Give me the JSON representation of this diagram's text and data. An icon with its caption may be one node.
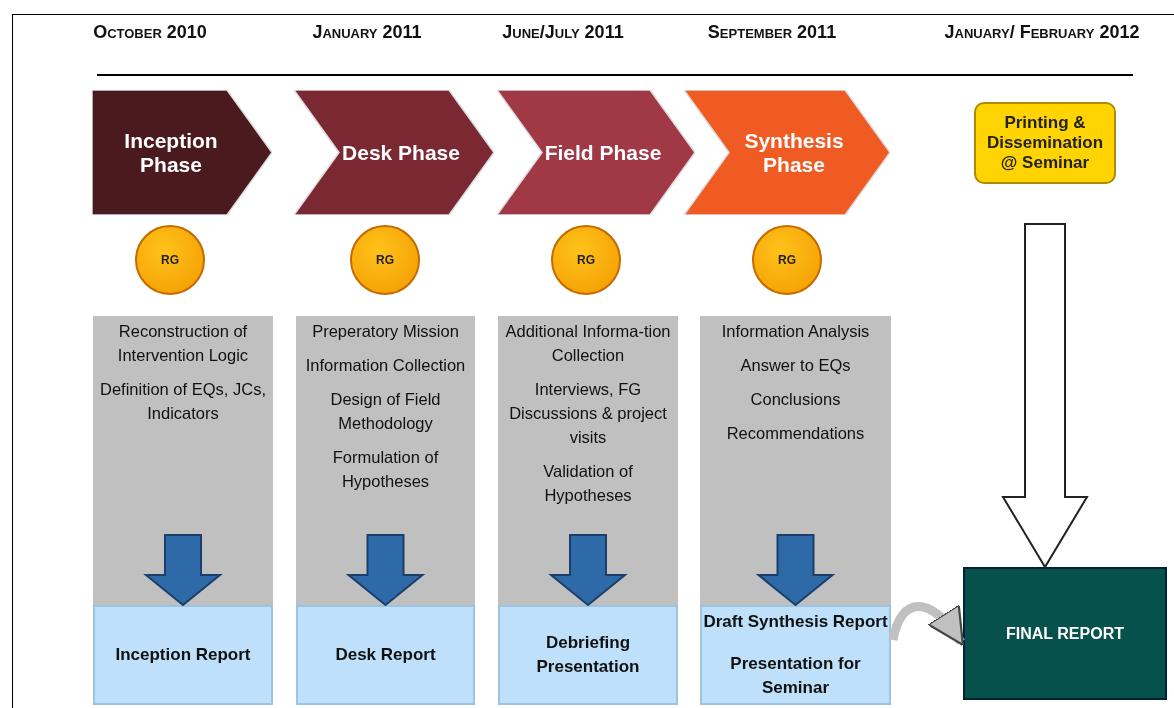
{
  "diagram": {
    "nodes": [
      {
        "text": [
          "Inception Phase"
        ]
      },
      {
        "text": [
          "Desk Phase"
        ]
      },
      {
        "text": [
          "Field Phase"
        ]
      },
      {
        "text": [
          "Synthesis Phase"
        ]
      },
      {
        "text": [
          "Printing & Dissemination @ Seminar"
        ]
      },
      {
        "text": [
          "RG"
        ]
      },
      {
        "text": [
          "RG"
        ]
      },
      {
        "text": [
          "RG"
        ]
      },
      {
        "text": [
          "RG"
        ]
      },
      {
        "text": [
          "Reconstruction of Intervention Logic",
          "Definition of EQs, JCs, Indicators"
        ]
      },
      {
        "text": [
          "Preperatory Mission",
          "Information Collection",
          "Design of Field Methodology",
          "Formulation of Hypotheses"
        ]
      },
      {
        "text": [
          "Additional Informa-tion Collection",
          "Interviews, FG Discussions & project visits",
          "Validation of Hypotheses"
        ]
      },
      {
        "text": [
          "Information Analysis",
          "Answer to EQs",
          "Conclusions",
          "Recommendations"
        ]
      },
      {
        "text": [
          "Inception Report"
        ]
      },
      {
        "text": [
          "Desk Report"
        ]
      },
      {
        "text": [
          "Debriefing Presentation"
        ]
      },
      {
        "text": [
          "Draft Synthesis Report",
          "Presentation for Seminar"
        ]
      },
      {
        "text": [
          "FINAL REPORT"
        ]
      }
    ],
    "edges": [
      {
        "from": 9,
        "to": 13,
        "arrow": "to",
        "style": "thick"
      },
      {
        "from": 10,
        "to": 14,
        "arrow": "to",
        "style": "thick"
      },
      {
        "from": 11,
        "to": 15,
        "arrow": "to",
        "style": "thick"
      },
      {
        "from": 12,
        "to": 16,
        "arrow": "to",
        "style": "thick"
      },
      {
        "from": 4,
        "to": 17,
        "arrow": "to",
        "style": "thick",
        "color": "#ffffff"
      },
      {
        "from": 16,
        "to": 17,
        "arrow": "to",
        "color": "#c0c0c0"
      }
    ],
    "labels": [
      "October 2010",
      "January 2011",
      "June/July 2011",
      "September 2011",
      "January/ February 2012"
    ]
  }
}
